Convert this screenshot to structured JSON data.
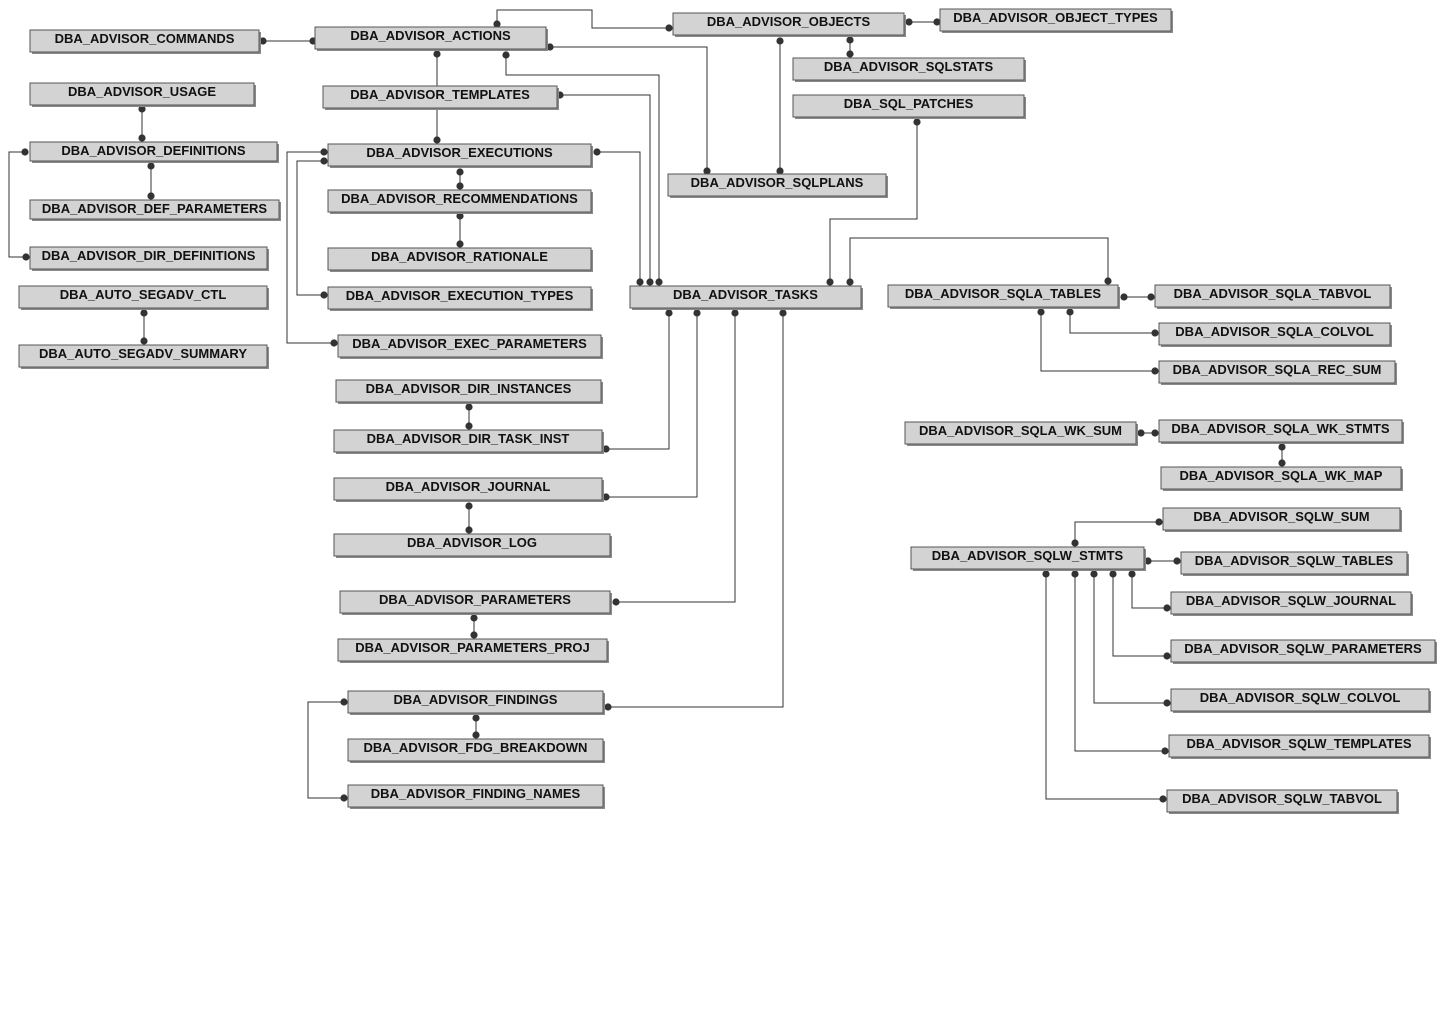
{
  "tables": [
    {
      "id": "t_commands",
      "name": "DBA_ADVISOR_COMMANDS"
    },
    {
      "id": "t_actions",
      "name": "DBA_ADVISOR_ACTIONS"
    },
    {
      "id": "t_objects",
      "name": "DBA_ADVISOR_OBJECTS"
    },
    {
      "id": "t_object_types",
      "name": "DBA_ADVISOR_OBJECT_TYPES"
    },
    {
      "id": "t_sqlstats",
      "name": "DBA_ADVISOR_SQLSTATS"
    },
    {
      "id": "t_usage",
      "name": "DBA_ADVISOR_USAGE"
    },
    {
      "id": "t_templates",
      "name": "DBA_ADVISOR_TEMPLATES"
    },
    {
      "id": "t_sql_patches",
      "name": "DBA_SQL_PATCHES"
    },
    {
      "id": "t_definitions",
      "name": "DBA_ADVISOR_DEFINITIONS"
    },
    {
      "id": "t_executions",
      "name": "DBA_ADVISOR_EXECUTIONS"
    },
    {
      "id": "t_sqlplans",
      "name": "DBA_ADVISOR_SQLPLANS"
    },
    {
      "id": "t_recommendations",
      "name": "DBA_ADVISOR_RECOMMENDATIONS"
    },
    {
      "id": "t_def_parameters",
      "name": "DBA_ADVISOR_DEF_PARAMETERS"
    },
    {
      "id": "t_dir_definitions",
      "name": "DBA_ADVISOR_DIR_DEFINITIONS"
    },
    {
      "id": "t_rationale",
      "name": "DBA_ADVISOR_RATIONALE"
    },
    {
      "id": "t_auto_segadv_ctl",
      "name": "DBA_AUTO_SEGADV_CTL"
    },
    {
      "id": "t_execution_types",
      "name": "DBA_ADVISOR_EXECUTION_TYPES"
    },
    {
      "id": "t_tasks",
      "name": "DBA_ADVISOR_TASKS"
    },
    {
      "id": "t_sqla_tables",
      "name": "DBA_ADVISOR_SQLA_TABLES"
    },
    {
      "id": "t_sqla_tabvol",
      "name": "DBA_ADVISOR_SQLA_TABVOL"
    },
    {
      "id": "t_sqla_colvol",
      "name": "DBA_ADVISOR_SQLA_COLVOL"
    },
    {
      "id": "t_exec_parameters",
      "name": "DBA_ADVISOR_EXEC_PARAMETERS"
    },
    {
      "id": "t_auto_segadv_summary",
      "name": "DBA_AUTO_SEGADV_SUMMARY"
    },
    {
      "id": "t_sqla_rec_sum",
      "name": "DBA_ADVISOR_SQLA_REC_SUM"
    },
    {
      "id": "t_dir_instances",
      "name": "DBA_ADVISOR_DIR_INSTANCES"
    },
    {
      "id": "t_dir_task_inst",
      "name": "DBA_ADVISOR_DIR_TASK_INST"
    },
    {
      "id": "t_sqla_wk_sum",
      "name": "DBA_ADVISOR_SQLA_WK_SUM"
    },
    {
      "id": "t_sqla_wk_stmts",
      "name": "DBA_ADVISOR_SQLA_WK_STMTS"
    },
    {
      "id": "t_sqla_wk_map",
      "name": "DBA_ADVISOR_SQLA_WK_MAP"
    },
    {
      "id": "t_journal",
      "name": "DBA_ADVISOR_JOURNAL"
    },
    {
      "id": "t_sqlw_sum",
      "name": "DBA_ADVISOR_SQLW_SUM"
    },
    {
      "id": "t_log",
      "name": "DBA_ADVISOR_LOG"
    },
    {
      "id": "t_sqlw_stmts",
      "name": "DBA_ADVISOR_SQLW_STMTS"
    },
    {
      "id": "t_sqlw_tables",
      "name": "DBA_ADVISOR_SQLW_TABLES"
    },
    {
      "id": "t_parameters",
      "name": "DBA_ADVISOR_PARAMETERS"
    },
    {
      "id": "t_sqlw_journal",
      "name": "DBA_ADVISOR_SQLW_JOURNAL"
    },
    {
      "id": "t_parameters_proj",
      "name": "DBA_ADVISOR_PARAMETERS_PROJ"
    },
    {
      "id": "t_sqlw_parameters",
      "name": "DBA_ADVISOR_SQLW_PARAMETERS"
    },
    {
      "id": "t_findings",
      "name": "DBA_ADVISOR_FINDINGS"
    },
    {
      "id": "t_sqlw_colvol",
      "name": "DBA_ADVISOR_SQLW_COLVOL"
    },
    {
      "id": "t_fdg_breakdown",
      "name": "DBA_ADVISOR_FDG_BREAKDOWN"
    },
    {
      "id": "t_sqlw_templates",
      "name": "DBA_ADVISOR_SQLW_TEMPLATES"
    },
    {
      "id": "t_finding_names",
      "name": "DBA_ADVISOR_FINDING_NAMES"
    },
    {
      "id": "t_sqlw_tabvol",
      "name": "DBA_ADVISOR_SQLW_TABVOL"
    }
  ],
  "relationships": [
    {
      "from": "DBA_ADVISOR_COMMANDS",
      "to": "DBA_ADVISOR_ACTIONS"
    },
    {
      "from": "DBA_ADVISOR_ACTIONS",
      "to": "DBA_ADVISOR_OBJECTS"
    },
    {
      "from": "DBA_ADVISOR_OBJECTS",
      "to": "DBA_ADVISOR_OBJECT_TYPES"
    },
    {
      "from": "DBA_ADVISOR_OBJECTS",
      "to": "DBA_ADVISOR_SQLSTATS"
    },
    {
      "from": "DBA_ADVISOR_OBJECTS",
      "to": "DBA_ADVISOR_SQLPLANS"
    },
    {
      "from": "DBA_ADVISOR_ACTIONS",
      "to": "DBA_ADVISOR_SQLPLANS"
    },
    {
      "from": "DBA_ADVISOR_ACTIONS",
      "to": "DBA_ADVISOR_TASKS"
    },
    {
      "from": "DBA_ADVISOR_ACTIONS",
      "to": "DBA_ADVISOR_EXECUTIONS"
    },
    {
      "from": "DBA_ADVISOR_TEMPLATES",
      "to": "DBA_ADVISOR_TASKS"
    },
    {
      "from": "DBA_ADVISOR_USAGE",
      "to": "DBA_ADVISOR_DEFINITIONS"
    },
    {
      "from": "DBA_ADVISOR_DEFINITIONS",
      "to": "DBA_ADVISOR_DEF_PARAMETERS"
    },
    {
      "from": "DBA_ADVISOR_DEFINITIONS",
      "to": "DBA_ADVISOR_DIR_DEFINITIONS"
    },
    {
      "from": "DBA_ADVISOR_EXECUTIONS",
      "to": "DBA_ADVISOR_RECOMMENDATIONS"
    },
    {
      "from": "DBA_ADVISOR_RECOMMENDATIONS",
      "to": "DBA_ADVISOR_RATIONALE"
    },
    {
      "from": "DBA_ADVISOR_EXECUTIONS",
      "to": "DBA_ADVISOR_EXECUTION_TYPES"
    },
    {
      "from": "DBA_ADVISOR_EXECUTIONS",
      "to": "DBA_ADVISOR_EXEC_PARAMETERS"
    },
    {
      "from": "DBA_ADVISOR_EXECUTIONS",
      "to": "DBA_ADVISOR_TASKS"
    },
    {
      "from": "DBA_AUTO_SEGADV_CTL",
      "to": "DBA_AUTO_SEGADV_SUMMARY"
    },
    {
      "from": "DBA_SQL_PATCHES",
      "to": "DBA_ADVISOR_TASKS"
    },
    {
      "from": "DBA_ADVISOR_SQLA_TABLES",
      "to": "DBA_ADVISOR_TASKS"
    },
    {
      "from": "DBA_ADVISOR_SQLA_TABLES",
      "to": "DBA_ADVISOR_SQLA_TABVOL"
    },
    {
      "from": "DBA_ADVISOR_SQLA_TABLES",
      "to": "DBA_ADVISOR_SQLA_COLVOL"
    },
    {
      "from": "DBA_ADVISOR_SQLA_TABLES",
      "to": "DBA_ADVISOR_SQLA_REC_SUM"
    },
    {
      "from": "DBA_ADVISOR_DIR_INSTANCES",
      "to": "DBA_ADVISOR_DIR_TASK_INST"
    },
    {
      "from": "DBA_ADVISOR_TASKS",
      "to": "DBA_ADVISOR_DIR_TASK_INST"
    },
    {
      "from": "DBA_ADVISOR_TASKS",
      "to": "DBA_ADVISOR_JOURNAL"
    },
    {
      "from": "DBA_ADVISOR_JOURNAL",
      "to": "DBA_ADVISOR_LOG"
    },
    {
      "from": "DBA_ADVISOR_TASKS",
      "to": "DBA_ADVISOR_PARAMETERS"
    },
    {
      "from": "DBA_ADVISOR_PARAMETERS",
      "to": "DBA_ADVISOR_PARAMETERS_PROJ"
    },
    {
      "from": "DBA_ADVISOR_TASKS",
      "to": "DBA_ADVISOR_FINDINGS"
    },
    {
      "from": "DBA_ADVISOR_FINDINGS",
      "to": "DBA_ADVISOR_FDG_BREAKDOWN"
    },
    {
      "from": "DBA_ADVISOR_FINDINGS",
      "to": "DBA_ADVISOR_FINDING_NAMES"
    },
    {
      "from": "DBA_ADVISOR_SQLA_WK_SUM",
      "to": "DBA_ADVISOR_SQLA_WK_STMTS"
    },
    {
      "from": "DBA_ADVISOR_SQLA_WK_STMTS",
      "to": "DBA_ADVISOR_SQLA_WK_MAP"
    },
    {
      "from": "DBA_ADVISOR_SQLW_STMTS",
      "to": "DBA_ADVISOR_SQLW_SUM"
    },
    {
      "from": "DBA_ADVISOR_SQLW_STMTS",
      "to": "DBA_ADVISOR_SQLW_TABLES"
    },
    {
      "from": "DBA_ADVISOR_SQLW_STMTS",
      "to": "DBA_ADVISOR_SQLW_JOURNAL"
    },
    {
      "from": "DBA_ADVISOR_SQLW_STMTS",
      "to": "DBA_ADVISOR_SQLW_PARAMETERS"
    },
    {
      "from": "DBA_ADVISOR_SQLW_STMTS",
      "to": "DBA_ADVISOR_SQLW_COLVOL"
    },
    {
      "from": "DBA_ADVISOR_SQLW_STMTS",
      "to": "DBA_ADVISOR_SQLW_TEMPLATES"
    },
    {
      "from": "DBA_ADVISOR_SQLW_STMTS",
      "to": "DBA_ADVISOR_SQLW_TABVOL"
    }
  ],
  "colors": {
    "box_fill": "#d3d3d3",
    "box_border": "#555555",
    "line": "#333333",
    "background": "#ffffff"
  }
}
